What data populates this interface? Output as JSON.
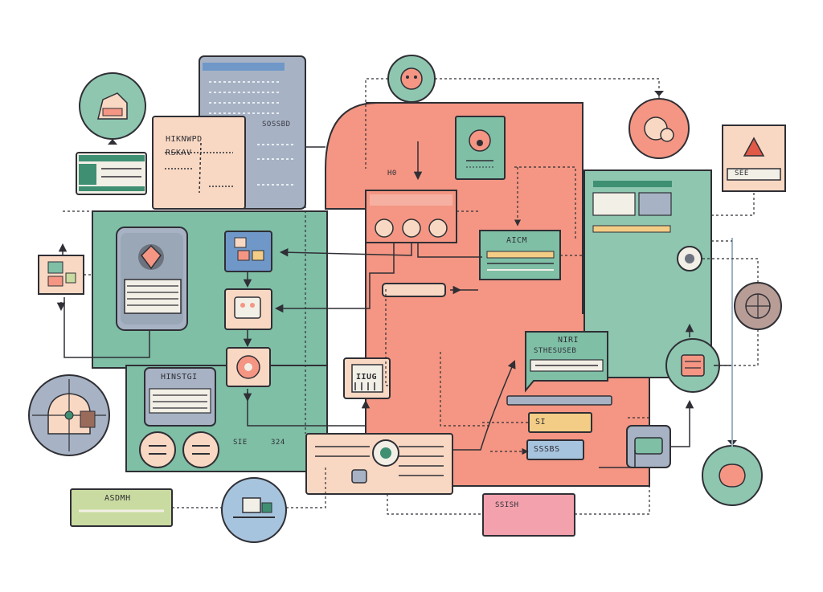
{
  "colors": {
    "ink": "#2f2f35",
    "coral": "#f49683",
    "teal": "#7fbfa6",
    "peach": "#f9d8c3",
    "slate": "#a7b3c4",
    "blue": "#6f98c9",
    "lime": "#c9dba0",
    "pink": "#f2a1ad",
    "yellow": "#f3cd86",
    "mauve": "#b79d96",
    "steel": "#9bb3c2"
  },
  "labels": {
    "note_card_top": "HIKNWPD",
    "note_card_mid": "RSKAV",
    "doc_panel_a": "SOSSBD",
    "center_dashed": "H0",
    "center_panel": "AICM",
    "teal_card": "NIRI",
    "teal_card_sub": "STHESUSEB",
    "left_card": "HINSTGI",
    "chip_id": "IIUG",
    "small_text_a": "SIE",
    "small_text_b": "324",
    "yellow_tag": "SI",
    "blue_tag": "SSSBS",
    "warning_tag": "SEE",
    "footer_left": "ASDMH",
    "footer_mid": "SSISH"
  },
  "icons": [
    "dashboard-node-icon",
    "face-node-icon",
    "gear-icon",
    "map-pin-icon",
    "warning-icon",
    "puzzle-icon",
    "robot-icon",
    "target-icon",
    "chip-icon",
    "camera-icon",
    "globe-icon",
    "shield-icon"
  ]
}
